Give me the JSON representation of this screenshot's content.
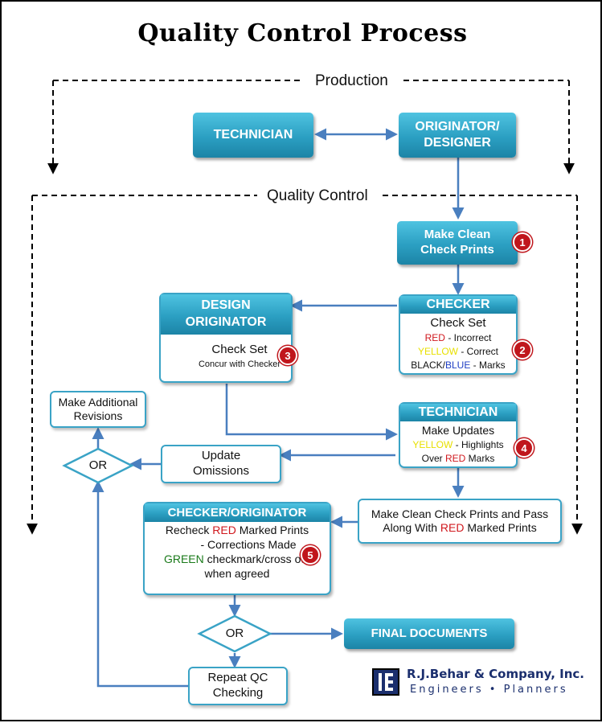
{
  "title": "Quality Control Process",
  "sections": {
    "production": "Production",
    "quality_control": "Quality Control"
  },
  "nodes": {
    "technician_top": "TECHNICIAN",
    "originator_line1": "ORIGINATOR/",
    "originator_line2": "DESIGNER",
    "clean_prints_line1": "Make Clean",
    "clean_prints_line2": "Check Prints",
    "checker": {
      "head": "CHECKER",
      "line1": "Check Set",
      "red_word": "RED",
      "red_rest": " - Incorrect",
      "yellow_word": "YELLOW",
      "yellow_rest": " - Correct",
      "black_word": "BLACK/",
      "blue_word": "BLUE",
      "marks_rest": " - Marks"
    },
    "design_originator": {
      "head_line1": "DESIGN",
      "head_line2": "ORIGINATOR",
      "line1": "Check Set",
      "line2": "Concur with Checker"
    },
    "technician_mid": {
      "head": "TECHNICIAN",
      "line1": "Make Updates",
      "yellow_word": "YELLOW",
      "yellow_rest": " - Highlights",
      "over_word": "Over ",
      "red_word": "RED",
      "marks_rest": " Marks"
    },
    "make_additional_line1": "Make Additional",
    "make_additional_line2": "Revisions",
    "or1": "OR",
    "update_omissions_line1": "Update",
    "update_omissions_line2": "Omissions",
    "pass_along": {
      "line1": "Make Clean Check Prints and Pass",
      "line2_a": "Along With ",
      "line2_red": "RED",
      "line2_b": " Marked Prints"
    },
    "checker_originator": {
      "head": "CHECKER/ORIGINATOR",
      "l1_a": "Recheck ",
      "l1_red": "RED",
      "l1_b": " Marked Prints",
      "l2": "- Corrections Made",
      "l3_green": "GREEN",
      "l3_rest": " checkmark/cross out",
      "l4": "when agreed"
    },
    "or2": "OR",
    "final_documents": "FINAL DOCUMENTS",
    "repeat_qc_line1": "Repeat QC",
    "repeat_qc_line2": "Checking"
  },
  "step_numbers": [
    "1",
    "2",
    "3",
    "4",
    "5"
  ],
  "company": {
    "name": "R.J.Behar & Company, Inc.",
    "tagline": "Engineers • Planners"
  },
  "colors": {
    "teal": "#2b9fc2",
    "arrow": "#4a7fbf",
    "badge_red": "#c0161c",
    "logo_navy": "#1b2f6e"
  }
}
